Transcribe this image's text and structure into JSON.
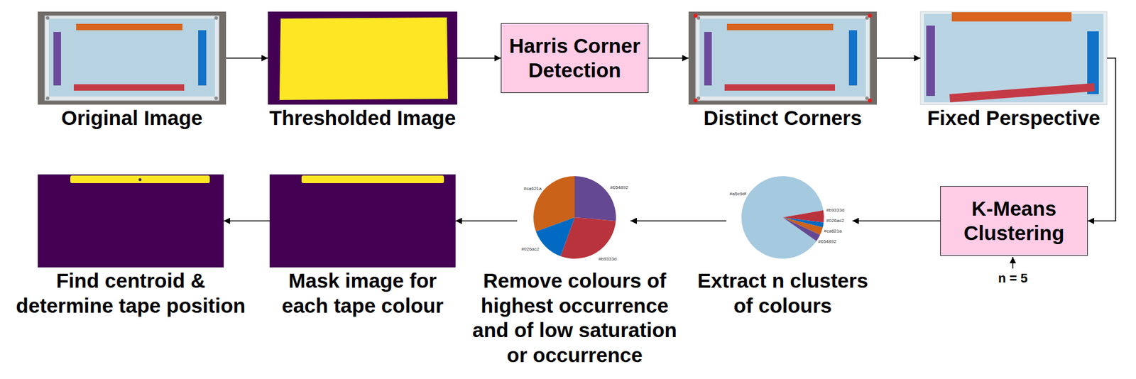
{
  "diagram": {
    "nodes": [
      {
        "text": [
          "Original Image"
        ]
      },
      {
        "text": [
          "Thresholded Image"
        ]
      },
      {
        "text": [
          "Harris Corner Detection"
        ]
      },
      {
        "text": [
          "Distinct Corners"
        ]
      },
      {
        "text": [
          "Fixed Perspective"
        ]
      },
      {
        "text": [
          "K-Means Clustering"
        ]
      },
      {
        "text": [
          "Extract n clusters of colours"
        ]
      },
      {
        "text": [
          "Remove colours of highest occurrence and of low saturation or occurrence"
        ]
      },
      {
        "text": [
          "Mask image for each tape colour"
        ]
      },
      {
        "text": [
          "Find centroid & determine tape position"
        ]
      }
    ],
    "edges": [
      {
        "from": 0,
        "to": 1,
        "arrow": "to"
      },
      {
        "from": 1,
        "to": 2,
        "arrow": "to"
      },
      {
        "from": 2,
        "to": 3,
        "arrow": "to"
      },
      {
        "from": 3,
        "to": 4,
        "arrow": "to"
      },
      {
        "from": 4,
        "to": 5,
        "arrow": "to"
      },
      {
        "from": 5,
        "to": 6,
        "arrow": "to"
      },
      {
        "from": 6,
        "to": 7,
        "arrow": "to"
      },
      {
        "from": 7,
        "to": 8,
        "arrow": "to"
      },
      {
        "from": 8,
        "to": 9,
        "arrow": "to"
      }
    ],
    "labels": [
      "n = 5",
      "#a5c9df",
      "#b9333d",
      "#026ac2",
      "#ca621a",
      "#654892",
      "#ca621a",
      "#654892",
      "#026ac2",
      "#b9333d"
    ]
  }
}
